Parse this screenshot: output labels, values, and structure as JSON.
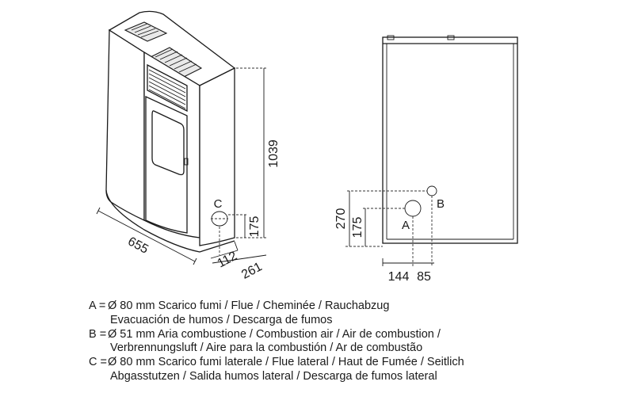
{
  "dimensions": {
    "width": "655",
    "height": "1039",
    "side_flue_height": "175",
    "side_flue_depth": "112",
    "depth": "261",
    "back_b_height": "270",
    "back_a_height": "175",
    "back_a_offset": "144",
    "back_b_offset": "85"
  },
  "points": {
    "a": "A",
    "b": "B",
    "c": "C"
  },
  "legend": [
    {
      "key": "A =",
      "line1": "Ø 80 mm  Scarico fumi / Flue / Cheminée / Rauchabzug",
      "line2": "Evacuación de humos / Descarga de fumos"
    },
    {
      "key": "B =",
      "line1": "Ø 51 mm  Aria combustione / Combustion air / Air de combustion /",
      "line2": "Verbrennungsluft / Aire para la combustión / Ar de combustão"
    },
    {
      "key": "C =",
      "line1": "Ø 80 mm   Scarico fumi laterale / Flue lateral / Haut de Fumée / Seitlich",
      "line2": "Abgasstutzen / Salida humos lateral / Descarga de fumos lateral"
    }
  ]
}
